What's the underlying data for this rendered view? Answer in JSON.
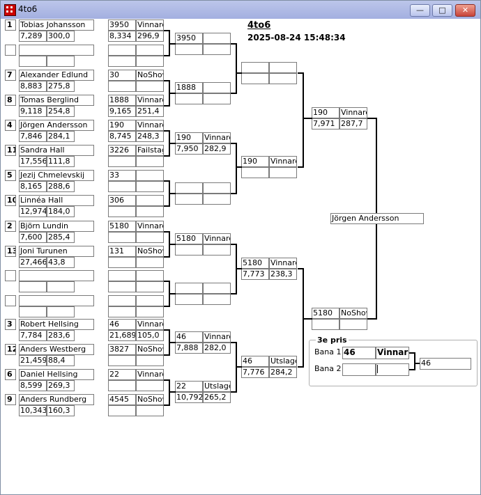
{
  "window": {
    "title": "4to6"
  },
  "header": {
    "title": "4to6",
    "datetime": "2025-08-24 15:48:34"
  },
  "round1": [
    {
      "seed": "1",
      "name": "Tobias Johansson",
      "s1": "7,289",
      "s2": "300,0",
      "lane": "3950",
      "result": "Vinnare",
      "r1": "8,334",
      "r2": "296,9"
    },
    {
      "seed": "",
      "name": "",
      "s1": "",
      "s2": "",
      "lane": "",
      "result": "",
      "r1": "",
      "r2": ""
    },
    {
      "seed": "7",
      "name": "Alexander Edlund",
      "s1": "8,883",
      "s2": "275,8",
      "lane": "30",
      "result": "NoShow",
      "r1": "",
      "r2": ""
    },
    {
      "seed": "8",
      "name": "Tomas Berglind",
      "s1": "9,118",
      "s2": "254,8",
      "lane": "1888",
      "result": "Vinnare",
      "r1": "9,165",
      "r2": "251,4"
    },
    {
      "seed": "4",
      "name": "Jörgen Andersson",
      "s1": "7,846",
      "s2": "284,1",
      "lane": "190",
      "result": "Vinnare",
      "r1": "8,745",
      "r2": "248,3"
    },
    {
      "seed": "11",
      "name": "Sandra Hall",
      "s1": "17,556",
      "s2": "111,8",
      "lane": "3226",
      "result": "Failstage",
      "r1": "",
      "r2": ""
    },
    {
      "seed": "5",
      "name": "Jezij  Chmelevskij",
      "s1": "8,165",
      "s2": "288,6",
      "lane": "33",
      "result": "",
      "r1": "",
      "r2": ""
    },
    {
      "seed": "10",
      "name": "Linnéa Hall",
      "s1": "12,974",
      "s2": "184,0",
      "lane": "306",
      "result": "",
      "r1": "",
      "r2": ""
    },
    {
      "seed": "2",
      "name": "Björn Lundin",
      "s1": "7,600",
      "s2": "285,4",
      "lane": "5180",
      "result": "Vinnare",
      "r1": "",
      "r2": ""
    },
    {
      "seed": "13",
      "name": "Joni Turunen",
      "s1": "27,466",
      "s2": "43,8",
      "lane": "131",
      "result": "NoShow",
      "r1": "",
      "r2": ""
    },
    {
      "seed": "",
      "name": "",
      "s1": "",
      "s2": "",
      "lane": "",
      "result": "",
      "r1": "",
      "r2": ""
    },
    {
      "seed": "",
      "name": "",
      "s1": "",
      "s2": "",
      "lane": "",
      "result": "",
      "r1": "",
      "r2": ""
    },
    {
      "seed": "3",
      "name": "Robert Hellsing",
      "s1": "7,784",
      "s2": "283,6",
      "lane": "46",
      "result": "Vinnare",
      "r1": "21,689",
      "r2": "105,0"
    },
    {
      "seed": "12",
      "name": "Anders Westberg",
      "s1": "21,459",
      "s2": "88,4",
      "lane": "3827",
      "result": "NoShow",
      "r1": "",
      "r2": ""
    },
    {
      "seed": "6",
      "name": "Daniel Hellsing",
      "s1": "8,599",
      "s2": "269,3",
      "lane": "22",
      "result": "Vinnare",
      "r1": "",
      "r2": ""
    },
    {
      "seed": "9",
      "name": "Anders Rundberg",
      "s1": "10,343",
      "s2": "160,3",
      "lane": "4545",
      "result": "NoShow",
      "r1": "",
      "r2": ""
    }
  ],
  "round2": [
    {
      "lane": "3950",
      "result": "",
      "t1": "",
      "t2": ""
    },
    {
      "lane": "1888",
      "result": "",
      "t1": "",
      "t2": ""
    },
    {
      "lane": "190",
      "result": "Vinnare",
      "t1": "7,950",
      "t2": "282,9"
    },
    {
      "lane": "",
      "result": "",
      "t1": "",
      "t2": ""
    },
    {
      "lane": "5180",
      "result": "Vinnare",
      "t1": "",
      "t2": ""
    },
    {
      "lane": "",
      "result": "",
      "t1": "",
      "t2": ""
    },
    {
      "lane": "46",
      "result": "Vinnare",
      "t1": "7,888",
      "t2": "282,0"
    },
    {
      "lane": "22",
      "result": "Utslagen",
      "t1": "10,792",
      "t2": "265,2"
    }
  ],
  "round3": [
    {
      "lane": "",
      "result": "",
      "t1": "",
      "t2": ""
    },
    {
      "lane": "190",
      "result": "Vinnare",
      "t1": "",
      "t2": ""
    },
    {
      "lane": "5180",
      "result": "Vinnare",
      "t1": "7,773",
      "t2": "238,3"
    },
    {
      "lane": "46",
      "result": "Utslagen",
      "t1": "7,776",
      "t2": "284,2"
    }
  ],
  "round4": [
    {
      "lane": "190",
      "result": "Vinnare",
      "t1": "7,971",
      "t2": "287,7"
    },
    {
      "lane": "5180",
      "result": "NoShow",
      "t1": "",
      "t2": ""
    }
  ],
  "champion": "Jörgen Andersson",
  "third": {
    "title": "3e pris",
    "bana1_label": "Bana 1",
    "bana2_label": "Bana 2",
    "bana1_lane": "46",
    "bana1_result": "Vinnare",
    "bana2_lane": "",
    "bana2_result": "",
    "winner": "46"
  }
}
